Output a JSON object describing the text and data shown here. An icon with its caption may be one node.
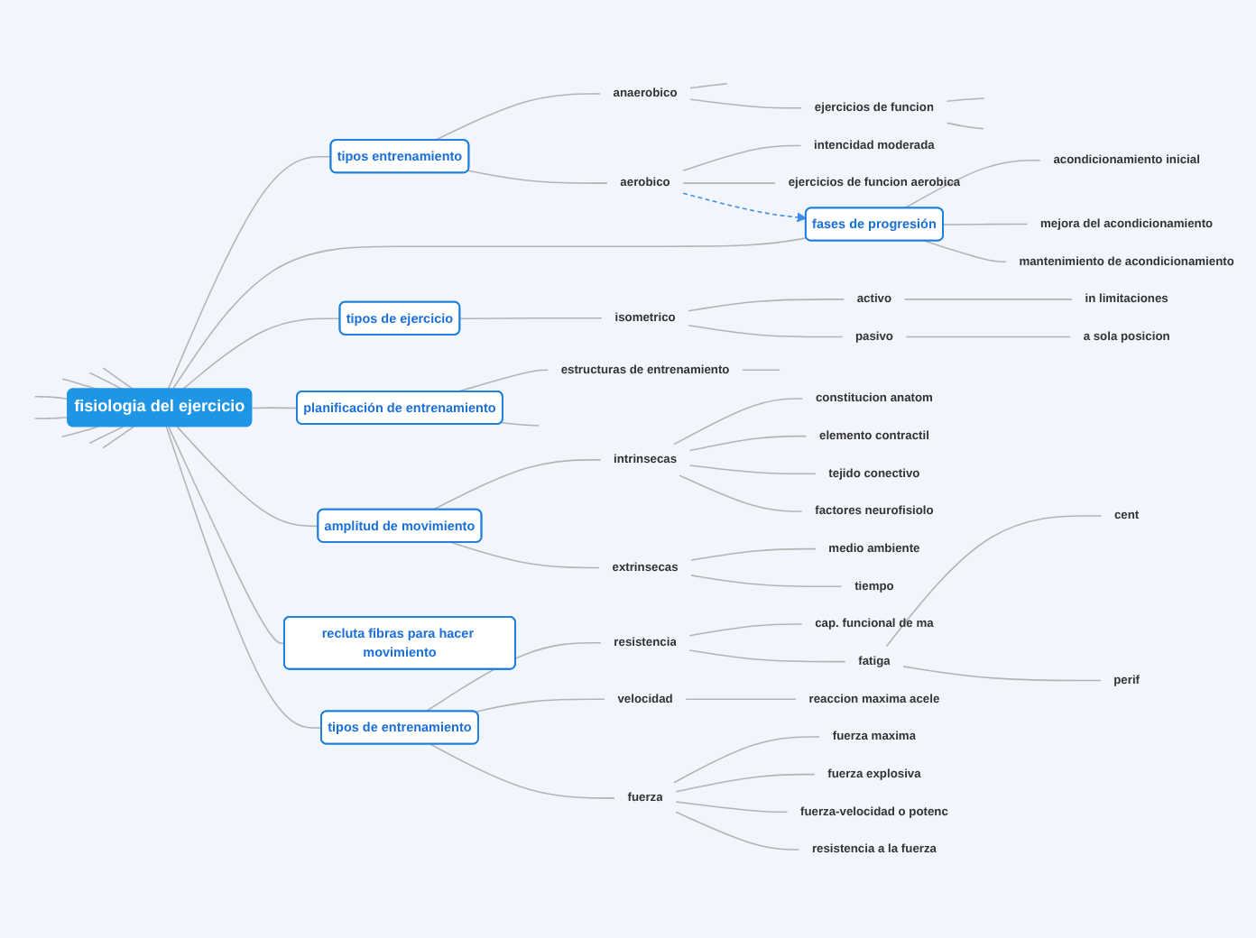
{
  "diagram": {
    "nodes": [
      {
        "text": [
          "fisiologia del ejercicio"
        ]
      },
      {
        "text": [
          "tipos entrenamiento"
        ]
      },
      {
        "text": [
          "anaerobico"
        ]
      },
      {
        "text": [
          "ejercicios de funcion"
        ]
      },
      {
        "text": [
          "aerobico"
        ]
      },
      {
        "text": [
          "intencidad moderada"
        ]
      },
      {
        "text": [
          "ejercicios de funcion aerobica"
        ]
      },
      {
        "text": [
          "fases de progresión"
        ]
      },
      {
        "text": [
          "acondicionamiento inicial"
        ]
      },
      {
        "text": [
          "mejora del acondicionamiento"
        ]
      },
      {
        "text": [
          "mantenimiento de acondicionamiento"
        ]
      },
      {
        "text": [
          "tipos de ejercicio"
        ]
      },
      {
        "text": [
          "isometrico"
        ]
      },
      {
        "text": [
          "activo"
        ]
      },
      {
        "text": [
          "in limitaciones"
        ]
      },
      {
        "text": [
          "pasivo"
        ]
      },
      {
        "text": [
          "a sola posicion"
        ]
      },
      {
        "text": [
          "planificación de entrenamiento"
        ]
      },
      {
        "text": [
          "estructuras de entrenamiento"
        ]
      },
      {
        "text": [
          "amplitud de movimiento"
        ]
      },
      {
        "text": [
          "intrinsecas"
        ]
      },
      {
        "text": [
          "constitucion anatom"
        ]
      },
      {
        "text": [
          "elemento contractil"
        ]
      },
      {
        "text": [
          "tejido conectivo"
        ]
      },
      {
        "text": [
          "factores neurofisiolo"
        ]
      },
      {
        "text": [
          "extrinsecas"
        ]
      },
      {
        "text": [
          "medio ambiente"
        ]
      },
      {
        "text": [
          "tiempo"
        ]
      },
      {
        "text": [
          "recluta fibras para hacer movimiento"
        ]
      },
      {
        "text": [
          "tipos de entrenamiento"
        ]
      },
      {
        "text": [
          "resistencia"
        ]
      },
      {
        "text": [
          "cap. funcional de ma"
        ]
      },
      {
        "text": [
          "fatiga"
        ]
      },
      {
        "text": [
          "cent"
        ]
      },
      {
        "text": [
          "perif"
        ]
      },
      {
        "text": [
          "velocidad"
        ]
      },
      {
        "text": [
          "reaccion maxima acele"
        ]
      },
      {
        "text": [
          "fuerza"
        ]
      },
      {
        "text": [
          "fuerza maxima"
        ]
      },
      {
        "text": [
          "fuerza explosiva"
        ]
      },
      {
        "text": [
          "fuerza-velocidad o potenc"
        ]
      },
      {
        "text": [
          "resistencia a la fuerza"
        ]
      }
    ],
    "edges": [
      {
        "from": 0,
        "to": null,
        "arrow": "none"
      },
      {
        "from": 0,
        "to": null,
        "arrow": "none"
      },
      {
        "from": 0,
        "to": null,
        "arrow": "none"
      },
      {
        "from": 0,
        "to": null,
        "arrow": "none"
      },
      {
        "from": 0,
        "to": null,
        "arrow": "none"
      },
      {
        "from": 0,
        "to": 1,
        "arrow": "none"
      },
      {
        "from": 1,
        "to": 2,
        "arrow": "none"
      },
      {
        "from": 2,
        "to": null,
        "arrow": "none"
      },
      {
        "from": 2,
        "to": 3,
        "arrow": "none"
      },
      {
        "from": 3,
        "to": null,
        "arrow": "none"
      },
      {
        "from": 3,
        "to": null,
        "arrow": "none"
      },
      {
        "from": 1,
        "to": 4,
        "arrow": "none"
      },
      {
        "from": 4,
        "to": 5,
        "arrow": "none"
      },
      {
        "from": 4,
        "to": 6,
        "arrow": "none"
      },
      {
        "from": 4,
        "to": 7,
        "arrow": "to",
        "style": "dashed",
        "color": "#3b8ee4"
      },
      {
        "from": 0,
        "to": 7,
        "arrow": "none"
      },
      {
        "from": 7,
        "to": 8,
        "arrow": "none"
      },
      {
        "from": 7,
        "to": 9,
        "arrow": "none"
      },
      {
        "from": 7,
        "to": 10,
        "arrow": "none"
      },
      {
        "from": 0,
        "to": 11,
        "arrow": "none"
      },
      {
        "from": 11,
        "to": 12,
        "arrow": "none"
      },
      {
        "from": 12,
        "to": 13,
        "arrow": "none"
      },
      {
        "from": 13,
        "to": 14,
        "arrow": "none"
      },
      {
        "from": 12,
        "to": 15,
        "arrow": "none"
      },
      {
        "from": 15,
        "to": 16,
        "arrow": "none"
      },
      {
        "from": 0,
        "to": 17,
        "arrow": "none"
      },
      {
        "from": 17,
        "to": 18,
        "arrow": "none"
      },
      {
        "from": 18,
        "to": null,
        "arrow": "none"
      },
      {
        "from": 17,
        "to": null,
        "arrow": "none"
      },
      {
        "from": 0,
        "to": 19,
        "arrow": "none"
      },
      {
        "from": 19,
        "to": 20,
        "arrow": "none"
      },
      {
        "from": 20,
        "to": 21,
        "arrow": "none"
      },
      {
        "from": 20,
        "to": 22,
        "arrow": "none"
      },
      {
        "from": 20,
        "to": 23,
        "arrow": "none"
      },
      {
        "from": 20,
        "to": 24,
        "arrow": "none"
      },
      {
        "from": 19,
        "to": 25,
        "arrow": "none"
      },
      {
        "from": 25,
        "to": 26,
        "arrow": "none"
      },
      {
        "from": 25,
        "to": 27,
        "arrow": "none"
      },
      {
        "from": 0,
        "to": 28,
        "arrow": "none"
      },
      {
        "from": 0,
        "to": 29,
        "arrow": "none"
      },
      {
        "from": 29,
        "to": 30,
        "arrow": "none"
      },
      {
        "from": 30,
        "to": 31,
        "arrow": "none"
      },
      {
        "from": 30,
        "to": 32,
        "arrow": "none"
      },
      {
        "from": 32,
        "to": 33,
        "arrow": "none"
      },
      {
        "from": 32,
        "to": 34,
        "arrow": "none"
      },
      {
        "from": 29,
        "to": 35,
        "arrow": "none"
      },
      {
        "from": 35,
        "to": 36,
        "arrow": "none"
      },
      {
        "from": 29,
        "to": 37,
        "arrow": "none"
      },
      {
        "from": 37,
        "to": 38,
        "arrow": "none"
      },
      {
        "from": 37,
        "to": 39,
        "arrow": "none"
      },
      {
        "from": 37,
        "to": 40,
        "arrow": "none"
      },
      {
        "from": 37,
        "to": 41,
        "arrow": "none"
      },
      {
        "from": 0,
        "to": null,
        "arrow": "none"
      },
      {
        "from": 0,
        "to": null,
        "arrow": "none"
      },
      {
        "from": 0,
        "to": null,
        "arrow": "none"
      }
    ]
  }
}
